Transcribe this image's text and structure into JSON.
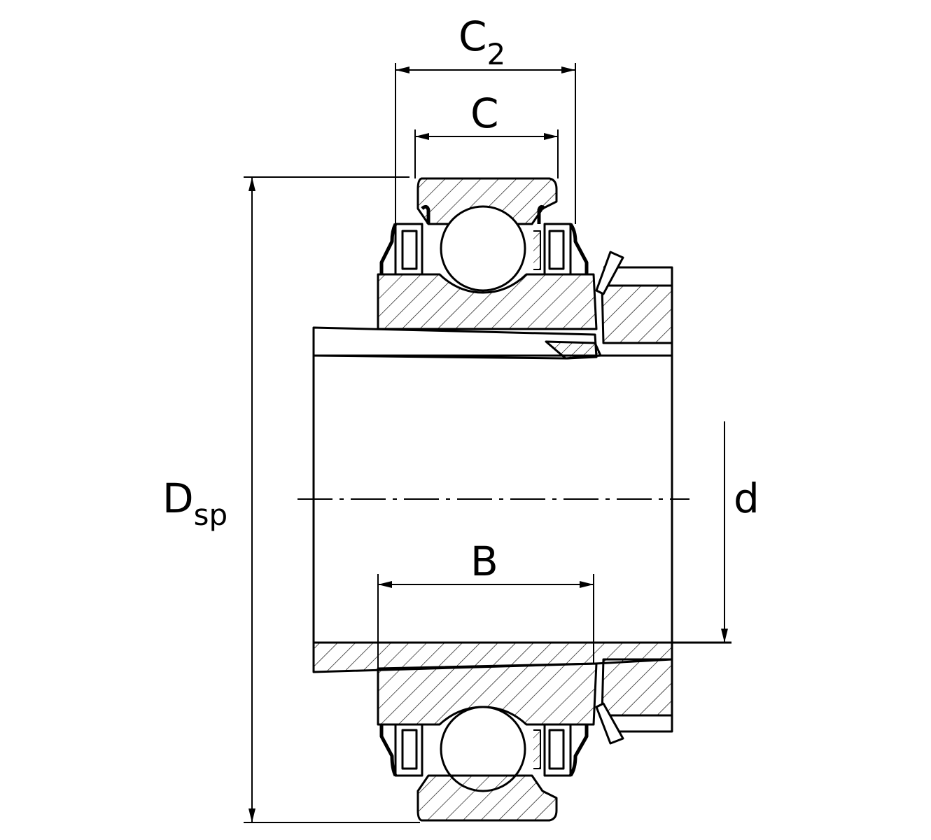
{
  "labels": {
    "c2": {
      "main": "C",
      "sub": "2"
    },
    "c": "C",
    "dsp": {
      "main": "D",
      "sub": "sp"
    },
    "d": "d",
    "b": "B"
  },
  "colors": {
    "line": "#000000",
    "background": "#ffffff"
  }
}
